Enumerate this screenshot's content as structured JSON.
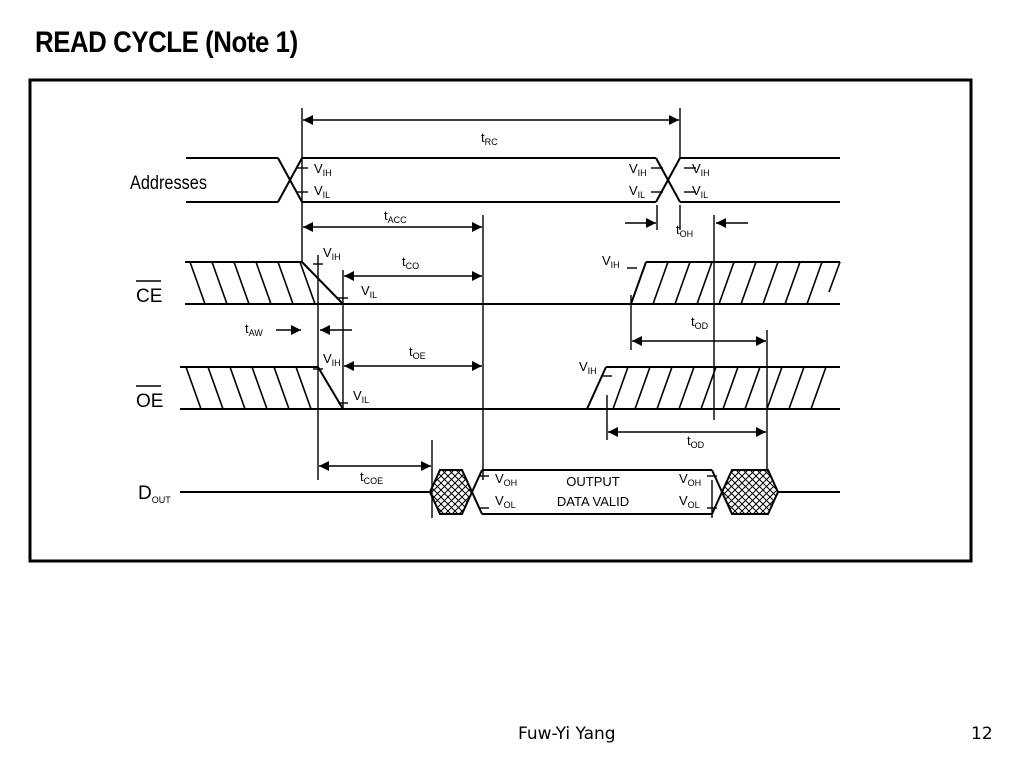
{
  "slide": {
    "title": "READ CYCLE (Note 1)",
    "author": "Fuw-Yi Yang",
    "page": "12"
  },
  "signals": {
    "addresses": "Addresses",
    "ce": {
      "main": "CE"
    },
    "oe": {
      "main": "OE"
    },
    "dout": {
      "main": "D",
      "sub": "OUT"
    }
  },
  "levels": {
    "vih": {
      "main": "V",
      "sub": "IH"
    },
    "vil": {
      "main": "V",
      "sub": "IL"
    },
    "voh": {
      "main": "V",
      "sub": "OH"
    },
    "vol": {
      "main": "V",
      "sub": "OL"
    }
  },
  "timing": {
    "rc": {
      "main": "t",
      "sub": "RC"
    },
    "acc": {
      "main": "t",
      "sub": "ACC"
    },
    "co": {
      "main": "t",
      "sub": "CO"
    },
    "aw": {
      "main": "t",
      "sub": "AW"
    },
    "oe": {
      "main": "t",
      "sub": "OE"
    },
    "oh": {
      "main": "t",
      "sub": "OH"
    },
    "od": {
      "main": "t",
      "sub": "OD"
    },
    "coe": {
      "main": "t",
      "sub": "COE"
    }
  },
  "output_label": {
    "line1": "OUTPUT",
    "line2": "DATA VALID"
  }
}
